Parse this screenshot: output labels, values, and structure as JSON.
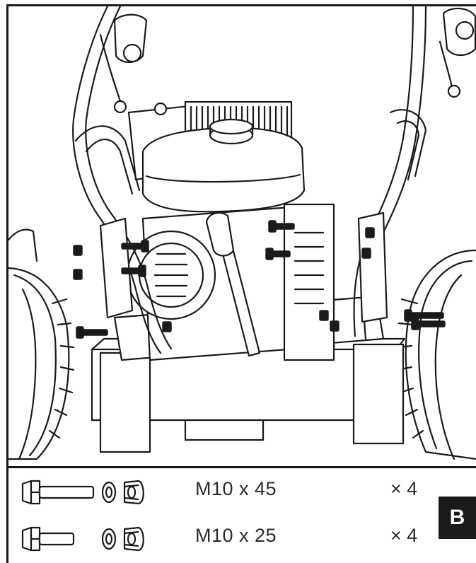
{
  "hardware": [
    {
      "spec": "M10 x 45",
      "qty": "× 4",
      "bolt": "long-bolt-icon"
    },
    {
      "spec": "M10 x 25",
      "qty": "× 4",
      "bolt": "short-bolt-icon"
    }
  ],
  "step_label": "B",
  "colors": {
    "line": "#1a1a1a",
    "fill": "#ffffff",
    "badge": "#1a1a1a"
  }
}
